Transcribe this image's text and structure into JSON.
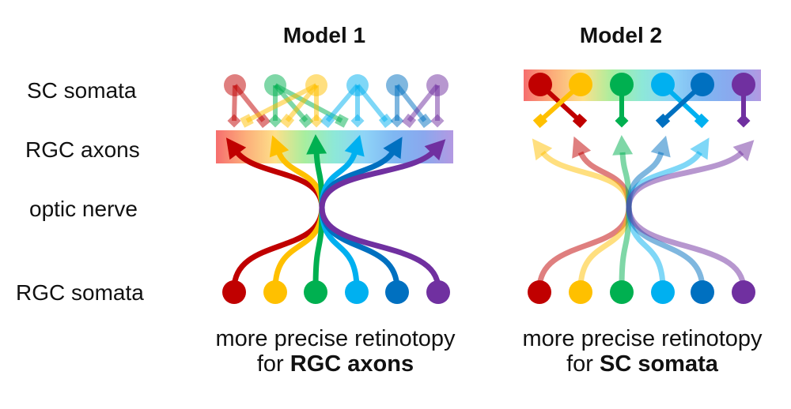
{
  "row_labels": {
    "sc_somata": "SC somata",
    "rgc_axons": "RGC axons",
    "optic_nerve": "optic nerve",
    "rgc_somata": "RGC somata"
  },
  "palette": {
    "red": "#C00000",
    "yellow": "#FFC000",
    "green": "#00B050",
    "light_blue": "#00B0F0",
    "blue": "#0070C0",
    "purple": "#7030A0"
  },
  "retinotopic_gradient": [
    "#F66E6E",
    "#FCAE7A",
    "#FDE08A",
    "#A7EE9F",
    "#8DE8D8",
    "#8FD4F7",
    "#7FB7F2",
    "#8AA8EE",
    "#B399E2"
  ],
  "models": [
    {
      "title": "Model 1",
      "caption": {
        "line1": "more precise retinotopy",
        "line2_prefix": "for ",
        "line2_bold": "RGC axons"
      },
      "rgc_somata": [
        "red",
        "yellow",
        "green",
        "light_blue",
        "blue",
        "purple"
      ],
      "rgc_axon_terminals": [
        "red",
        "yellow",
        "green",
        "light_blue",
        "blue",
        "purple"
      ],
      "rgc_axons_faded": false,
      "sc_somata": [
        "red",
        "green",
        "yellow",
        "light_blue",
        "blue",
        "purple"
      ],
      "sc_somata_faded": true,
      "gradient_aligned_with": "RGC axons"
    },
    {
      "title": "Model 2",
      "caption": {
        "line1": "more precise retinotopy",
        "line2_prefix": "for ",
        "line2_bold": "SC somata"
      },
      "rgc_somata": [
        "red",
        "yellow",
        "green",
        "light_blue",
        "blue",
        "purple"
      ],
      "rgc_axon_terminals": [
        "yellow",
        "red",
        "green",
        "blue",
        "light_blue",
        "purple"
      ],
      "rgc_axons_faded": true,
      "sc_somata": [
        "red",
        "yellow",
        "green",
        "light_blue",
        "blue",
        "purple"
      ],
      "sc_somata_faded": false,
      "gradient_aligned_with": "SC somata"
    }
  ]
}
